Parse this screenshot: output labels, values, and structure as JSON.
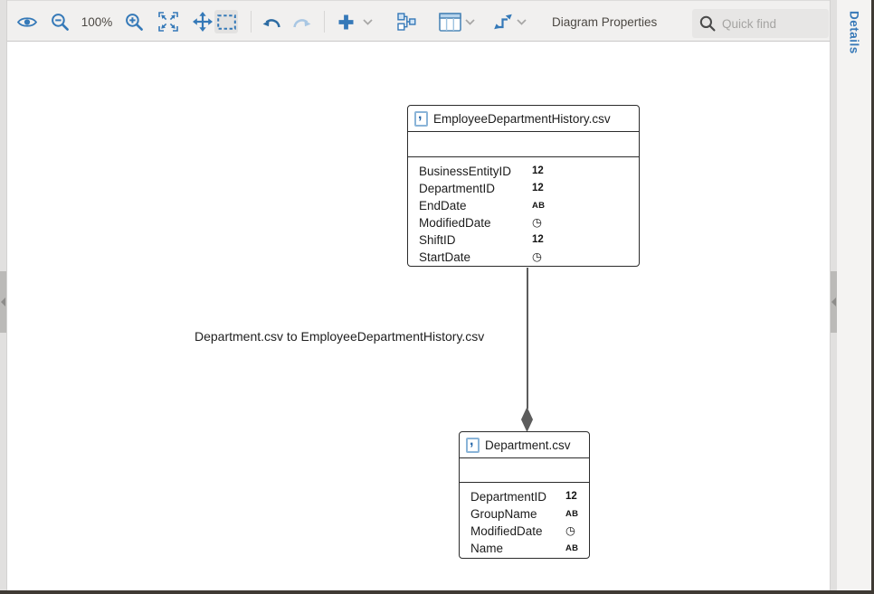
{
  "toolbar": {
    "zoom_level": "100%",
    "diagram_properties_label": "Diagram Properties",
    "search_placeholder": "Quick find"
  },
  "side_panel": {
    "details_label": "Details"
  },
  "icons": {
    "csv_file_glyph": ","
  },
  "diagram": {
    "relationship": {
      "label": "Department.csv to EmployeeDepartmentHistory.csv"
    },
    "entities": [
      {
        "title": "EmployeeDepartmentHistory.csv",
        "columns": [
          {
            "name": "BusinessEntityID",
            "type": "numeric",
            "type_label": "12"
          },
          {
            "name": "DepartmentID",
            "type": "numeric",
            "type_label": "12"
          },
          {
            "name": "EndDate",
            "type": "string",
            "type_label": "AB"
          },
          {
            "name": "ModifiedDate",
            "type": "datetime",
            "type_label": "◷"
          },
          {
            "name": "ShiftID",
            "type": "numeric",
            "type_label": "12"
          },
          {
            "name": "StartDate",
            "type": "datetime",
            "type_label": "◷"
          }
        ]
      },
      {
        "title": "Department.csv",
        "columns": [
          {
            "name": "DepartmentID",
            "type": "numeric",
            "type_label": "12"
          },
          {
            "name": "GroupName",
            "type": "string",
            "type_label": "AB"
          },
          {
            "name": "ModifiedDate",
            "type": "datetime",
            "type_label": "◷"
          },
          {
            "name": "Name",
            "type": "string",
            "type_label": "AB"
          }
        ]
      }
    ]
  },
  "colors": {
    "accent": "#3579b8",
    "disabled_accent": "#a9c7e3",
    "connection": "#5c5c5c"
  }
}
